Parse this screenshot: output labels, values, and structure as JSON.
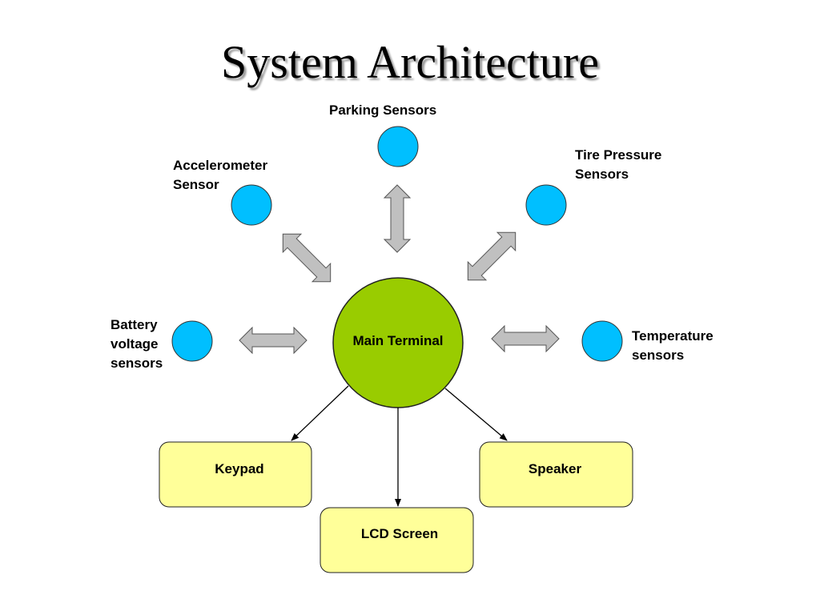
{
  "title": "System Architecture",
  "center": {
    "label": "Main Terminal"
  },
  "sensors": {
    "parking": {
      "line1": "Parking Sensors"
    },
    "accelerometer": {
      "line1": "Accelerometer",
      "line2": "Sensor"
    },
    "tire_pressure": {
      "line1": "Tire Pressure",
      "line2": "Sensors"
    },
    "battery": {
      "line1": "Battery",
      "line2": "voltage",
      "line3": "sensors"
    },
    "temperature": {
      "line1": "Temperature",
      "line2": "sensors"
    }
  },
  "outputs": {
    "keypad": "Keypad",
    "speaker": "Speaker",
    "lcd": "LCD Screen"
  },
  "colors": {
    "sensor_fill": "#00bfff",
    "center_fill": "#99cc00",
    "box_fill": "#ffff99",
    "arrow_fill": "#c0c0c0"
  }
}
